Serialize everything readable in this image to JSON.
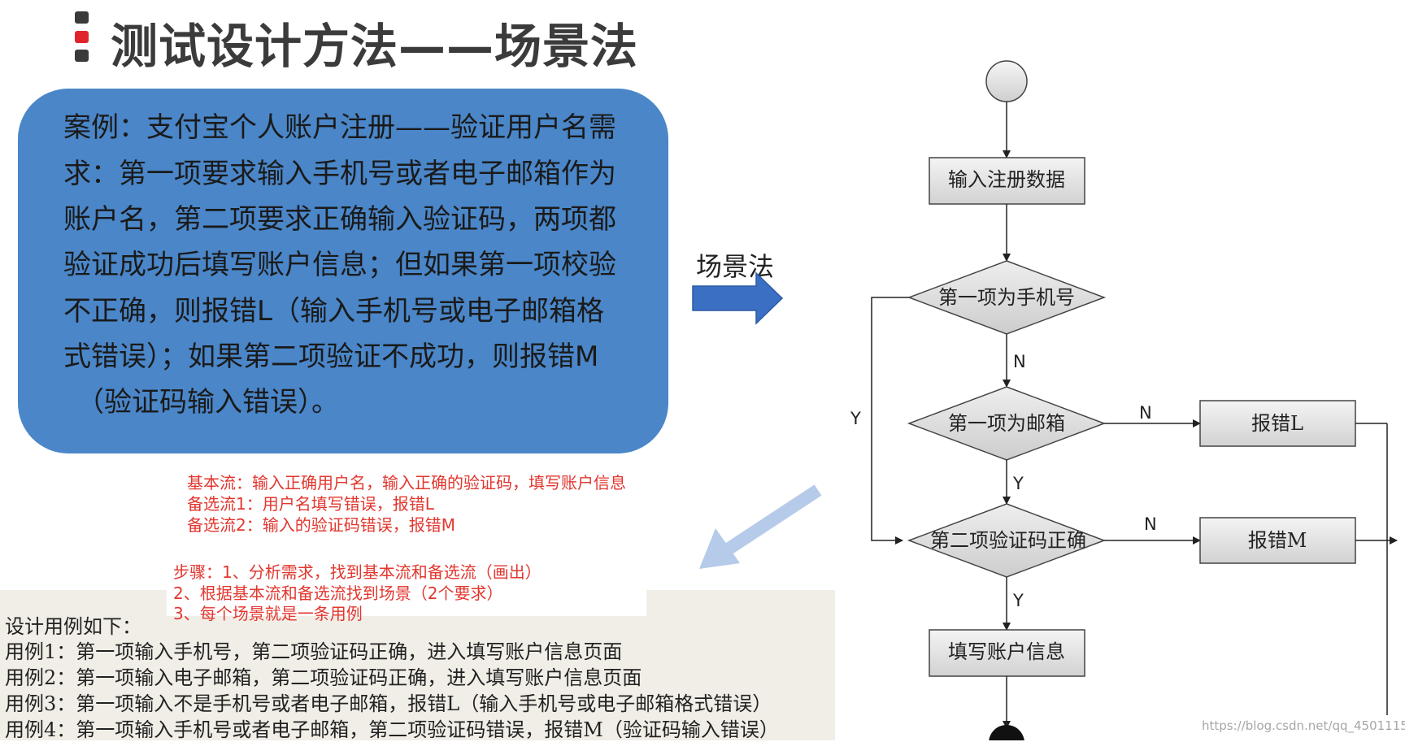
{
  "title": "测试设计方法——场景法",
  "case_text": {
    "lines": [
      "案例：支付宝个人账户注册——验证用户名需",
      "求：第一项要求输入手机号或者电子邮箱作为",
      "账户名，第二项要求正确输入验证码，两项都",
      "验证成功后填写账户信息；但如果第一项校验",
      "不正确，则报错L（输入手机号或电子邮箱格",
      "式错误）；如果第二项验证不成功，则报错M",
      "（验证码输入错误）。"
    ]
  },
  "arrow_label": "场景法",
  "flows": [
    "基本流：输入正确用户名，输入正确的验证码，填写账户信息",
    "备选流1：用户名填写错误，报错L",
    "备选流2：输入的验证码错误，报错M"
  ],
  "steps": [
    "步骤：1、分析需求，找到基本流和备选流（画出）",
    "2、根据基本流和备选流找到场景（2个要求）",
    "3、每个场景就是一条用例"
  ],
  "design_cases": {
    "header": "设计用例如下：",
    "rows": [
      "用例1：第一项输入手机号，第二项验证码正确，进入填写账户信息页面",
      "用例2：第一项输入电子邮箱，第二项验证码正确，进入填写账户信息页面",
      "用例3：第一项输入不是手机号或者电子邮箱，报错L（输入手机号或电子邮箱格式错误）",
      "用例4：第一项输入手机号或者电子邮箱，第二项验证码错误，报错M（验证码输入错误）"
    ]
  },
  "flowchart": {
    "nodes": {
      "input": "输入注册数据",
      "phone": "第一项为手机号",
      "email": "第一项为邮箱",
      "code": "第二项验证码正确",
      "errL": "报错L",
      "errM": "报错M",
      "fill": "填写账户信息"
    },
    "edges": {
      "phone_no": "N",
      "phone_yes": "Y",
      "email_yes": "Y",
      "email_no": "N",
      "code_no": "N",
      "code_yes": "Y"
    }
  },
  "watermark": "https://blog.csdn.net/qq_4501115",
  "colors": {
    "case_box": "#4a86c8",
    "note_red": "#e2372f",
    "title_accent": "#e0242c",
    "cases_bg": "#f1eee7",
    "arrow_blue": "#3b6fc4"
  }
}
